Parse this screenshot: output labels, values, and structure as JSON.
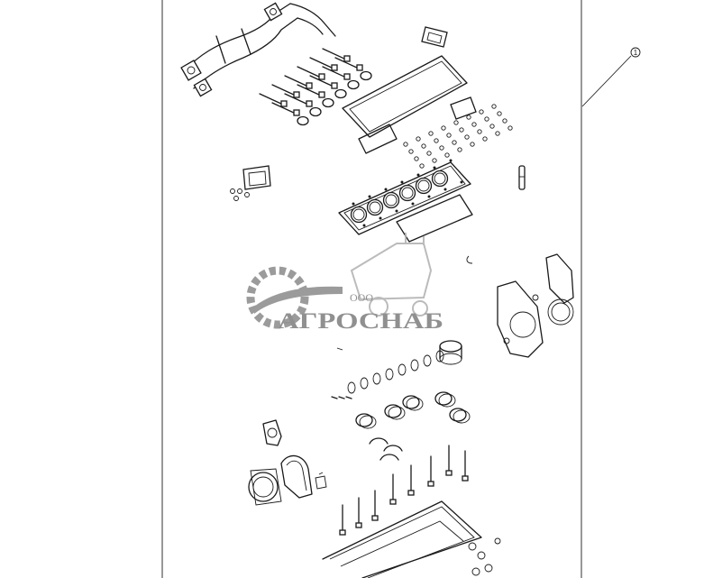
{
  "callout": {
    "label": "1"
  },
  "watermark": {
    "prefix": "ООО",
    "name": "АГРОСНАБ"
  }
}
